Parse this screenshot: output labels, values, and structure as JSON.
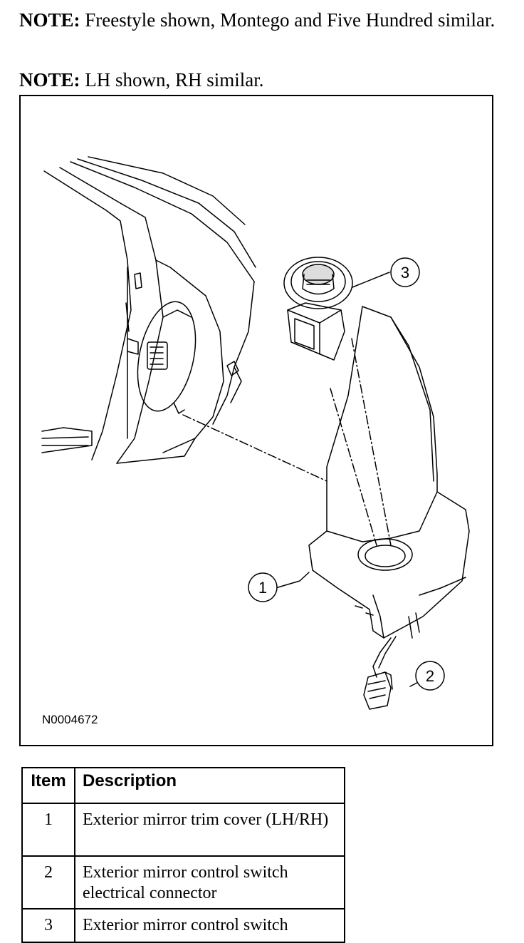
{
  "notes": [
    {
      "label": "NOTE:",
      "text": " Freestyle shown, Montego and Five Hundred similar."
    },
    {
      "label": "NOTE:",
      "text": " LH shown, RH similar."
    }
  ],
  "figure": {
    "id": "N0004672",
    "callouts": [
      "1",
      "2",
      "3"
    ]
  },
  "table": {
    "headers": {
      "item": "Item",
      "description": "Description"
    },
    "rows": [
      {
        "item": "1",
        "description": "Exterior mirror trim cover (LH/RH)"
      },
      {
        "item": "2",
        "description": "Exterior mirror control switch electrical connector"
      },
      {
        "item": "3",
        "description": "Exterior mirror control switch"
      }
    ]
  }
}
